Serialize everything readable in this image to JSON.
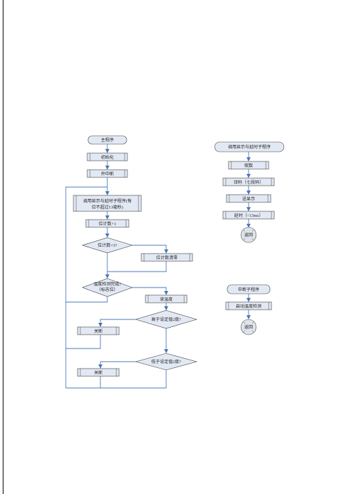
{
  "main": {
    "start": "主程序",
    "init": "初始化",
    "enable_int": "开中断",
    "call_display": [
      "调用显示与延时子程序(每",
      "位不超过13毫秒)"
    ],
    "bit_inc": "位计数+1",
    "bit_check": "位计数=3?",
    "bit_clear": "位计数清零",
    "temp_done": [
      "温度检测完成?",
      "（标志位）"
    ],
    "read_temp": "读温度",
    "above": "高于设定值2度?",
    "relay_off_1": "关断",
    "below": "低于设定值2度?",
    "relay_off_2": "关断"
  },
  "display_sub": {
    "start": "调用显示与延时子程序",
    "fetch": "取数",
    "decode": "译码（七段码）",
    "send": "送显示",
    "delay": "延时（<13ms）",
    "ret": "返回"
  },
  "isr": {
    "start": "中断子程序",
    "start_detect": "启动温度检测",
    "ret": "返回"
  }
}
